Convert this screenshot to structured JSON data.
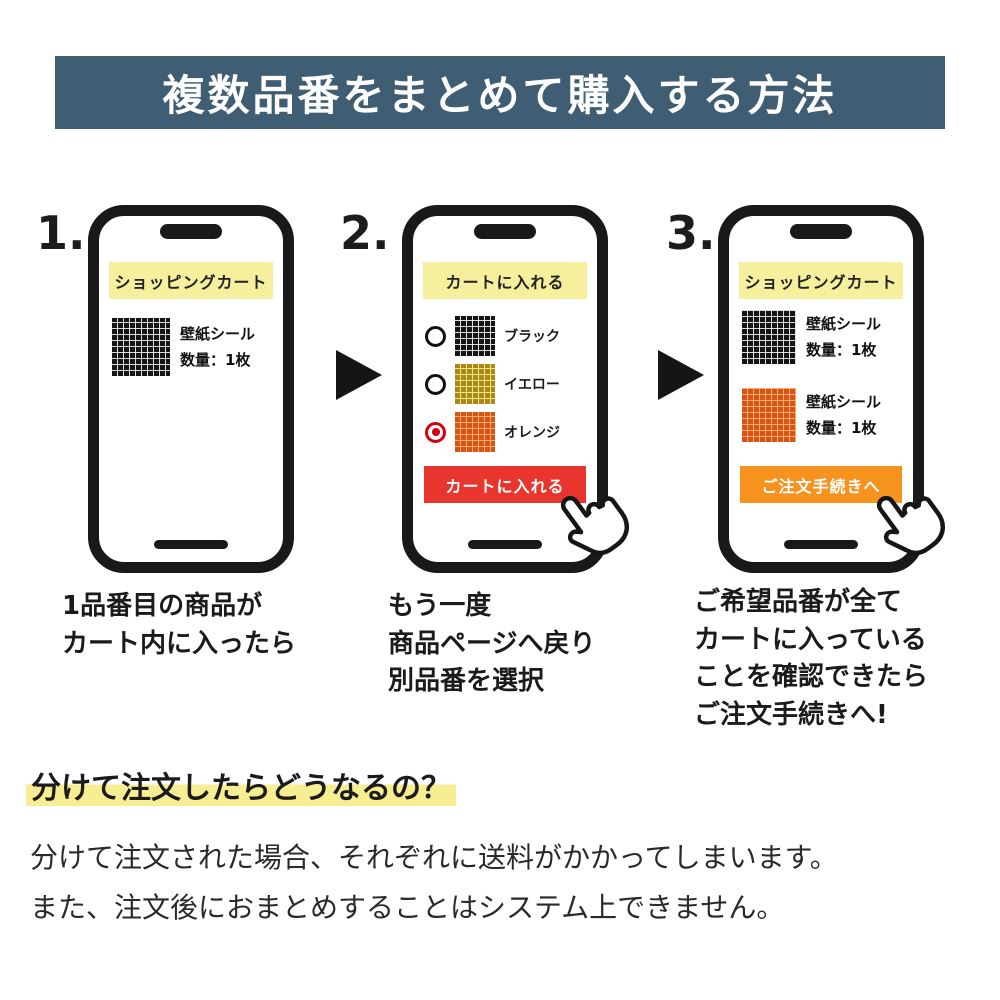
{
  "header": {
    "title": "複数品番をまとめて購入する方法",
    "bg_color": "#3f5d73"
  },
  "steps": [
    {
      "number": "1.",
      "phone": {
        "banner": "ショッピングカート",
        "items": [
          {
            "swatch": "black",
            "name": "壁紙シール",
            "qty": "数量：1枚"
          }
        ]
      },
      "caption": [
        "1品番目の商品が",
        "カート内に入ったら"
      ]
    },
    {
      "number": "2.",
      "phone": {
        "banner": "カートに入れる",
        "options": [
          {
            "label": "ブラック",
            "swatch": "black",
            "selected": false
          },
          {
            "label": "イエロー",
            "swatch": "yellow",
            "selected": false
          },
          {
            "label": "オレンジ",
            "swatch": "orange",
            "selected": true
          }
        ],
        "button": {
          "label": "カートに入れる",
          "color": "#e8362e"
        }
      },
      "caption": [
        "もう一度",
        "商品ページへ戻り",
        "別品番を選択"
      ]
    },
    {
      "number": "3.",
      "phone": {
        "banner": "ショッピングカート",
        "items": [
          {
            "swatch": "black",
            "name": "壁紙シール",
            "qty": "数量：1枚"
          },
          {
            "swatch": "orange",
            "name": "壁紙シール",
            "qty": "数量：1枚"
          }
        ],
        "button": {
          "label": "ご注文手続きへ",
          "color": "#f6921e"
        }
      },
      "caption": [
        "ご希望品番が全て",
        "カートに入っている",
        "ことを確認できたら",
        "ご注文手続きへ!"
      ]
    }
  ],
  "note": {
    "heading": "分けて注文したらどうなるの？",
    "body": [
      "分けて注文された場合、それぞれに送料がかかってしまいます。",
      "また、注文後におまとめすることはシステム上できません。"
    ],
    "highlight_color": "#f7ee93"
  },
  "colors": {
    "header_bg": "#3f5d73",
    "phone_banner_yellow": "#f6ef9d",
    "cta_red": "#e8362e",
    "cta_orange": "#f6921e",
    "radio_selected_red": "#d7000f"
  }
}
